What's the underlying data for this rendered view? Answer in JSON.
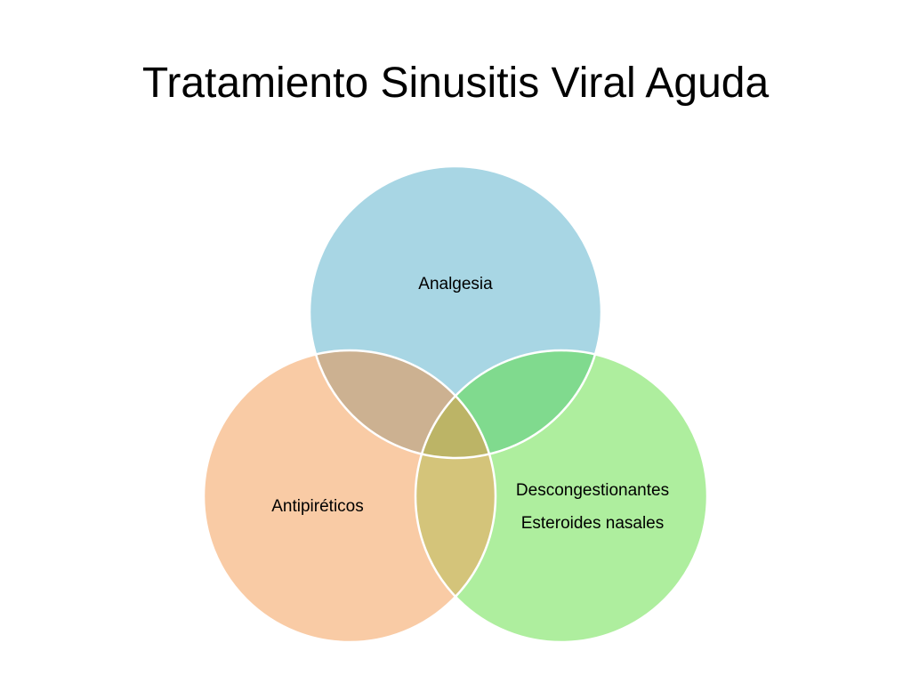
{
  "slide": {
    "title": "Tratamiento Sinusitis Viral Aguda"
  },
  "diagram": {
    "type": "venn",
    "circles": [
      {
        "id": "top",
        "lines": [
          "Analgesia"
        ],
        "color": "#a8d6e4"
      },
      {
        "id": "left",
        "lines": [
          "Antipiréticos"
        ],
        "color": "#f9cba5"
      },
      {
        "id": "right",
        "lines": [
          "Descongestionantes",
          "Esteroides nasales"
        ],
        "color": "#aeee9e"
      }
    ],
    "intersections": {
      "top_left": "#ccb191",
      "top_right": "#80da8e",
      "left_right": "#d4c47a",
      "all": "#bcb466"
    },
    "outline_color": "#ffffff"
  }
}
